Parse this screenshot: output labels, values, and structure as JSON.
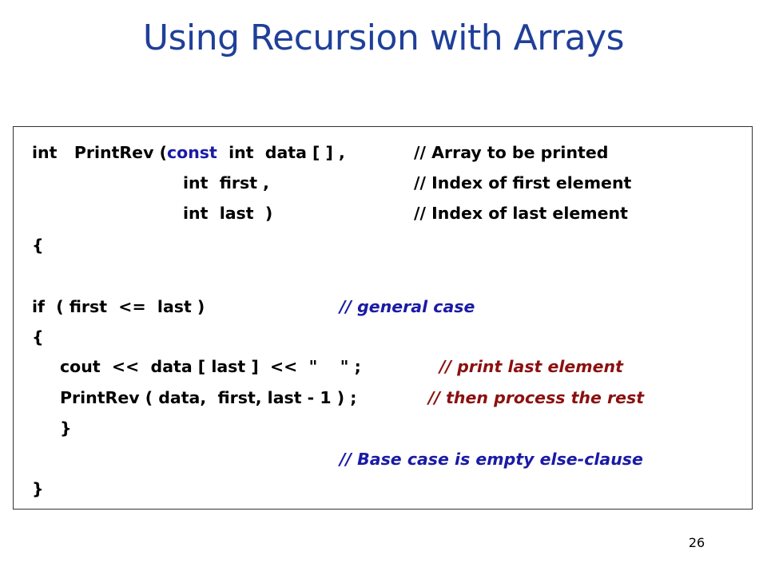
{
  "slide": {
    "title": "Using Recursion with Arrays",
    "page_number": "26"
  },
  "code": {
    "l1_a": "int   PrintRev (",
    "l1_kw": "const",
    "l1_b": "  int  data [ ] ,",
    "l1_cm": "// Array to be printed",
    "l2_a": "int  first ,",
    "l2_cm": "// Index of first element",
    "l3_a": "int  last  )",
    "l3_cm": "// Index of last element",
    "l4": "{",
    "l5_a": "if  ( first  <=  last )",
    "l5_cm": "// general case",
    "l6": "{",
    "l7_a": "cout  <<  data [ last ]  <<  \"    \" ;",
    "l7_cm": "// print last element",
    "l8_a": "PrintRev ( data,  first, last - 1 ) ;",
    "l8_cm": "// then process the rest",
    "l9": "}",
    "l10_cm": "// Base case is empty else-clause",
    "l11": "}"
  }
}
